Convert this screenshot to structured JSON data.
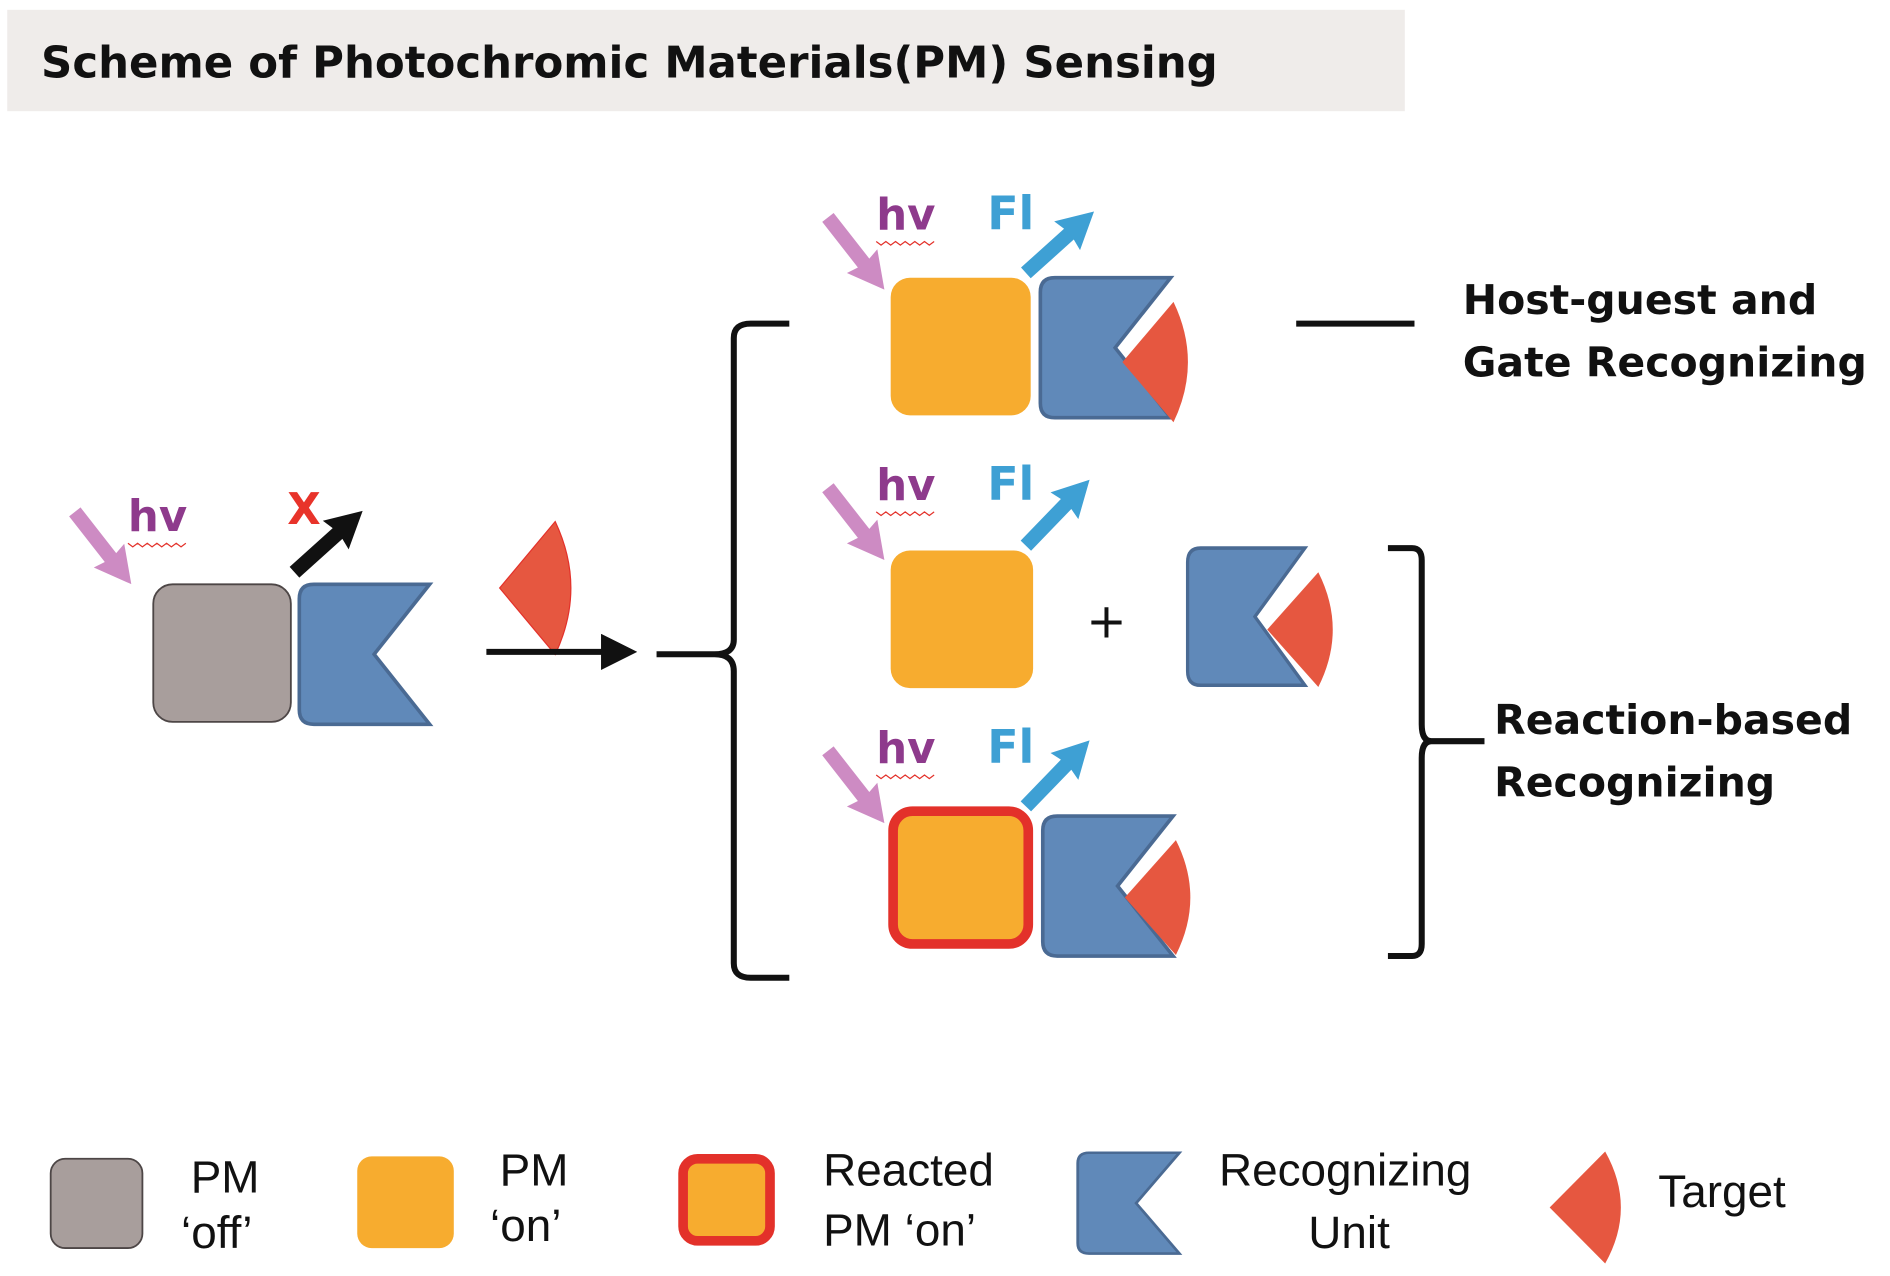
{
  "title": "Scheme of Photochromic Materials(PM) Sensing",
  "colors": {
    "pm_off": "#a89e9c",
    "pm_on": "#f7ac2f",
    "reacted_border": "#e3312a",
    "recognizing_unit": "#6089b9",
    "recognizing_unit_edge": "#4a6a93",
    "target": "#e65740",
    "hv_arrow": "#cd8bc3",
    "hv_text": "#8e3a8c",
    "fl": "#3ea0d4",
    "blocked_x": "#e8332a",
    "title_bg": "#efecea"
  },
  "initial_state": {
    "excitation_label": "hv",
    "blocked_mark": "X",
    "description": "PM 'off' bound to recognizing unit; emission blocked"
  },
  "reaction_arrow": {
    "reagent": "target"
  },
  "branches": [
    {
      "excitation_label": "hv",
      "emission_label": "Fl",
      "type": "pm-on + recognizing unit with bound target"
    },
    {
      "excitation_label": "hv",
      "emission_label": "Fl",
      "type": "pm-on released + recognizing unit with target",
      "operator": "+"
    },
    {
      "excitation_label": "hv",
      "emission_label": "Fl",
      "type": "reacted pm-on + recognizing unit with bound target"
    }
  ],
  "categories": {
    "host_guest": {
      "line1": "Host-guest and",
      "line2": "Gate Recognizing"
    },
    "reaction_based": {
      "line1": "Reaction-based",
      "line2": "Recognizing"
    }
  },
  "legend": [
    {
      "line1": "PM",
      "line2": "‘off’"
    },
    {
      "line1": "PM",
      "line2": "‘on’"
    },
    {
      "line1": "Reacted",
      "line2": "PM  ‘on’"
    },
    {
      "line1": "Recognizing",
      "line2": "Unit"
    },
    {
      "line1": "Target",
      "line2": ""
    }
  ]
}
